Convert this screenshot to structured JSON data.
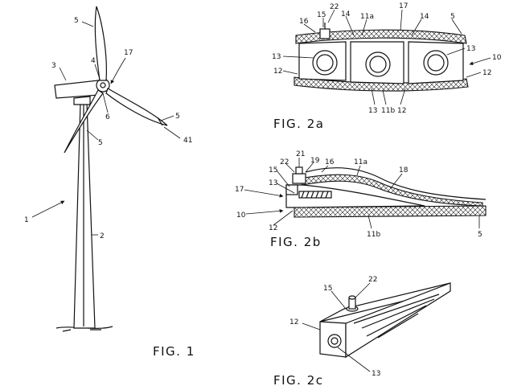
{
  "figures": {
    "fig1": {
      "caption": "FIG. 1",
      "labels": [
        "1",
        "2",
        "3",
        "4",
        "5",
        "5",
        "5",
        "6",
        "17",
        "41"
      ]
    },
    "fig2a": {
      "caption": "FIG. 2a",
      "labels": [
        "16",
        "15",
        "22",
        "14",
        "11a",
        "17",
        "14",
        "5",
        "13",
        "13",
        "10",
        "12",
        "12",
        "13",
        "11b",
        "12"
      ]
    },
    "fig2b": {
      "caption": "FIG. 2b",
      "labels": [
        "21",
        "19",
        "22",
        "16",
        "11a",
        "15",
        "18",
        "13",
        "17",
        "10",
        "12",
        "11b",
        "5"
      ]
    },
    "fig2c": {
      "caption": "FIG. 2c",
      "labels": [
        "15",
        "22",
        "12",
        "13"
      ]
    }
  },
  "colors": {
    "ink": "#111111",
    "paper": "#ffffff"
  }
}
